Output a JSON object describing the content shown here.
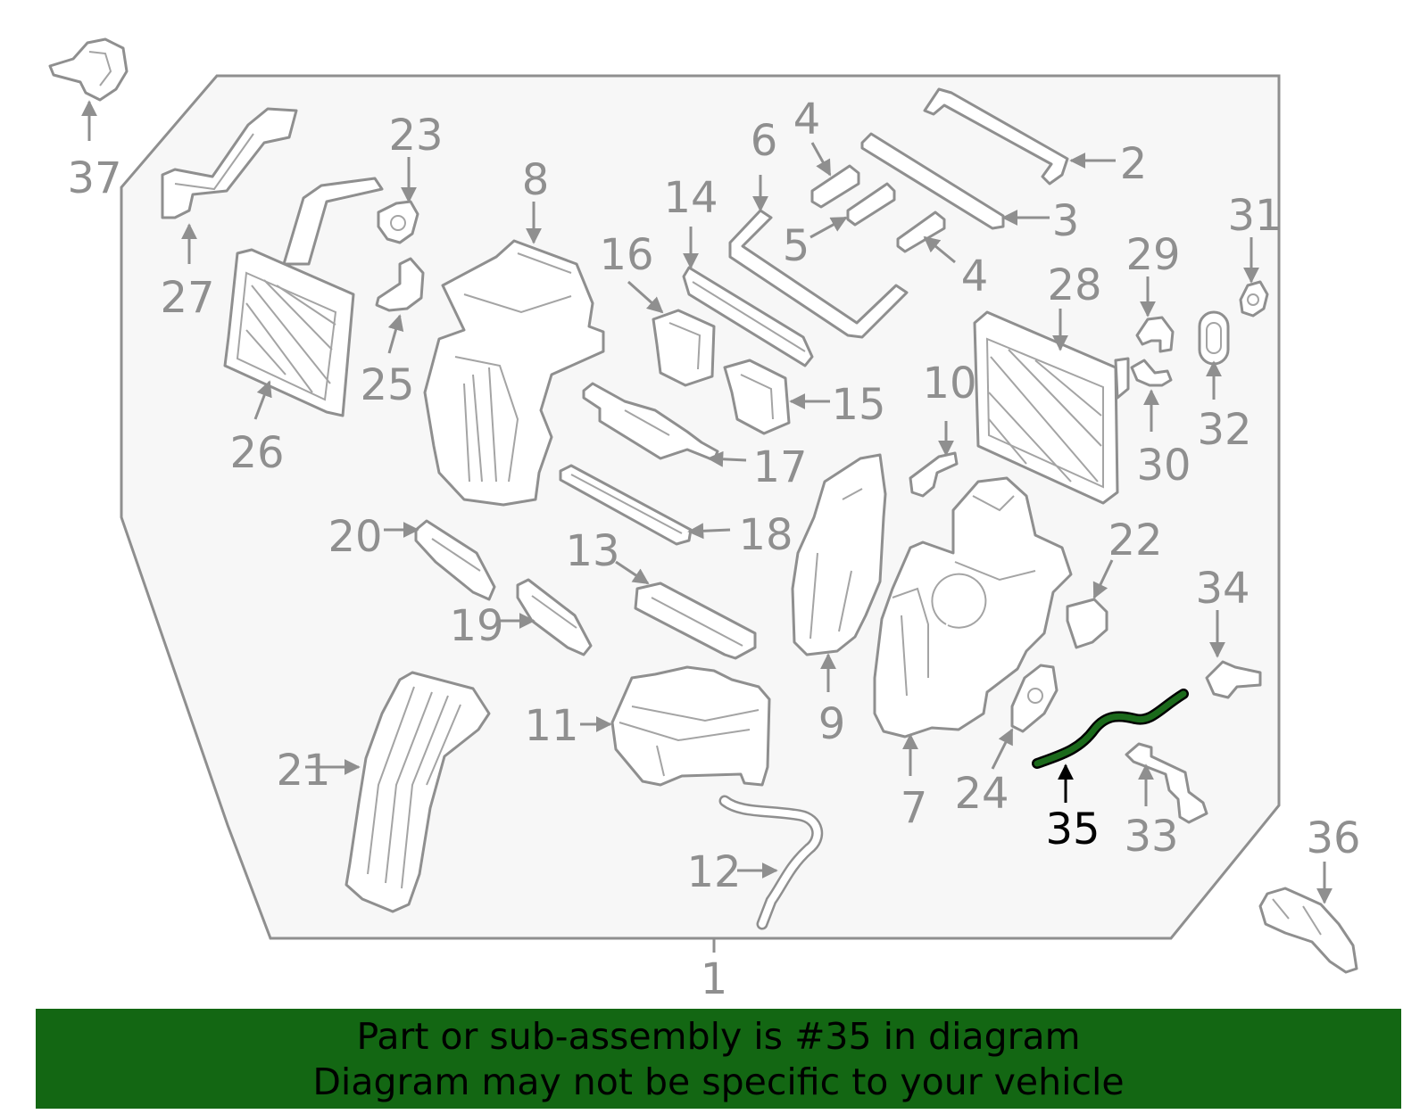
{
  "diagram": {
    "highlighted_part": "35",
    "callouts": [
      "1",
      "2",
      "3",
      "4",
      "4",
      "5",
      "6",
      "7",
      "8",
      "9",
      "10",
      "11",
      "12",
      "13",
      "14",
      "15",
      "16",
      "17",
      "18",
      "19",
      "20",
      "21",
      "22",
      "23",
      "24",
      "25",
      "26",
      "27",
      "28",
      "29",
      "30",
      "31",
      "32",
      "33",
      "34",
      "35",
      "36",
      "37"
    ],
    "colors": {
      "panel_fill": "#f7f7f7",
      "outline": "#8f8f8f",
      "highlight_fill": "#1b6a1b",
      "banner": "#136713",
      "label": "#8f8f8f",
      "highlight_label": "#000000"
    }
  },
  "banner": {
    "line1": "Part or sub-assembly is #35 in diagram",
    "line2": "Diagram may not be specific to your vehicle"
  }
}
